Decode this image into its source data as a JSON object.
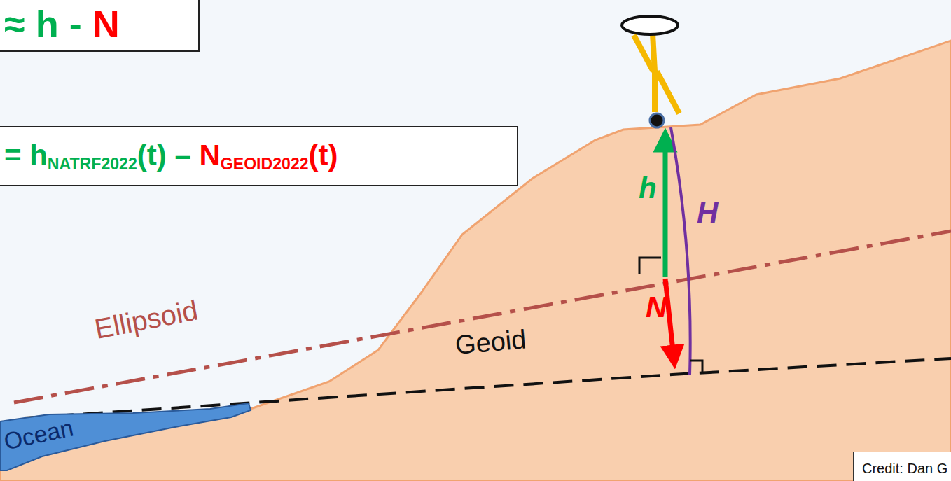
{
  "diagram": {
    "nodes": [
      {
        "text": [
          "≈ h - N"
        ]
      },
      {
        "text": [
          "= hNATRF2022(t) – NGEOID2022(t)"
        ]
      },
      {
        "text": [
          "Ocean"
        ]
      },
      {
        "text": [
          "Credit: Dan G"
        ]
      }
    ],
    "labels": [
      "h",
      "H",
      "N",
      "Ellipsoid",
      "Geoid"
    ]
  }
}
